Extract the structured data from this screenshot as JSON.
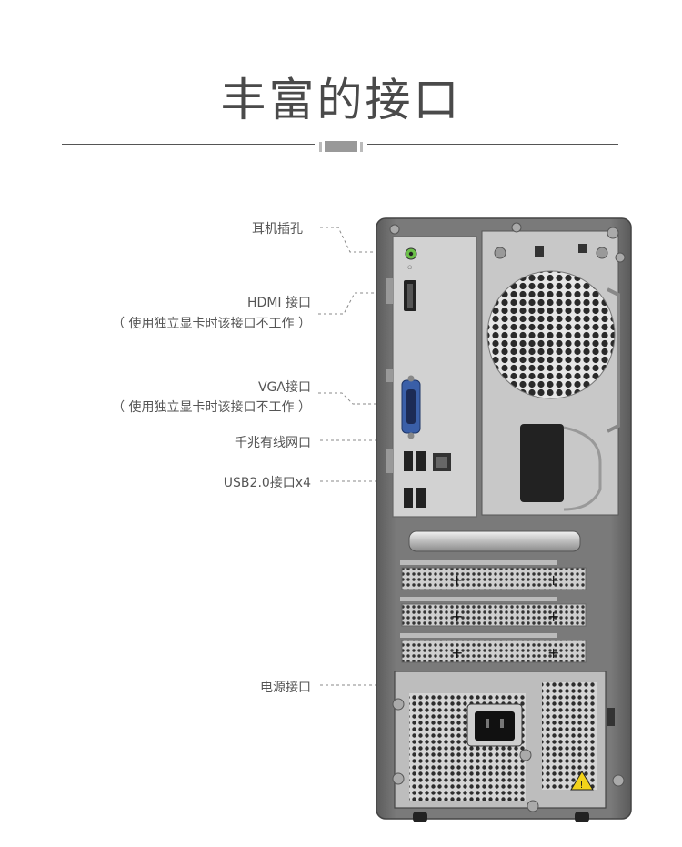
{
  "title": "丰富的接口",
  "labels": {
    "headphone": "耳机插孔",
    "hdmi": "HDMI 接口",
    "hdmi_note": "（ 使用独立显卡时该接口不工作 ）",
    "vga": "VGA接口",
    "vga_note": "（ 使用独立显卡时该接口不工作 ）",
    "lan": "千兆有线网口",
    "usb": "USB2.0接口x4",
    "power": "电源接口"
  },
  "colors": {
    "title": "#4a4a4a",
    "label": "#555555",
    "chassis": "#6f6f6f",
    "panel": "#cfcfcf",
    "vga_blue": "#3a5fa8",
    "audio_green": "#6cc04a",
    "warning": "#f3d21a"
  }
}
